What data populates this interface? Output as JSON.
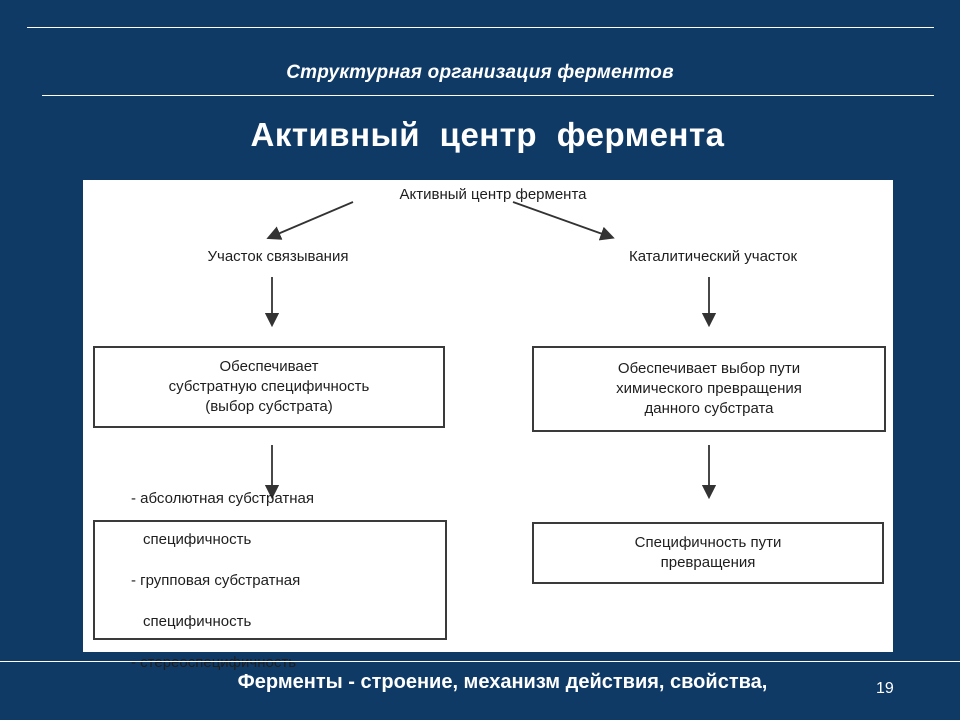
{
  "slide": {
    "subtitle": "Структурная организация ферментов",
    "title": "Активный  центр  фермента",
    "footer": "Ферменты - строение, механизм действия, свойства,",
    "page_number": "19"
  },
  "diagram": {
    "root": "Активный центр фермента",
    "left": {
      "label": "Участок связывания",
      "function_box": "Обеспечивает\nсубстратную специфичность\n(выбор субстрата)",
      "list_items": [
        "- абсолютная субстратная",
        "  специфичность",
        "- групповая субстратная",
        "  специфичность",
        "- стереоспецифичность"
      ]
    },
    "right": {
      "label": "Каталитический участок",
      "function_box": "Обеспечивает выбор пути\nхимического превращения\nданного субстрата",
      "result_box": "Специфичность пути\nпревращения"
    }
  }
}
